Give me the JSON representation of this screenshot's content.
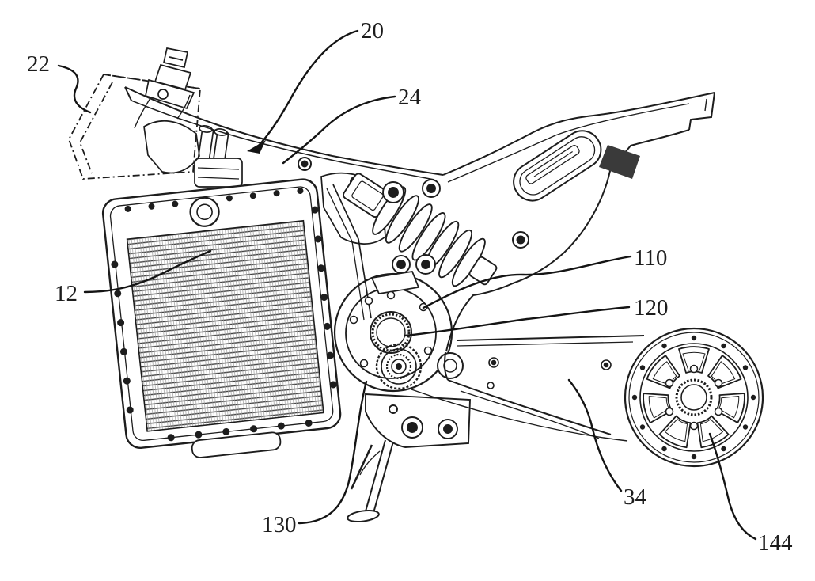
{
  "figure": {
    "background_color": "#ffffff",
    "line_color": "#1d1d1d",
    "panel_fill_color": "#3a3a3a",
    "labels": [
      {
        "id": "20",
        "text": "20"
      },
      {
        "id": "22",
        "text": "22"
      },
      {
        "id": "24",
        "text": "24"
      },
      {
        "id": "12",
        "text": "12"
      },
      {
        "id": "110",
        "text": "110"
      },
      {
        "id": "120",
        "text": "120"
      },
      {
        "id": "130",
        "text": "130"
      },
      {
        "id": "34",
        "text": "34"
      },
      {
        "id": "144",
        "text": "144"
      }
    ]
  }
}
